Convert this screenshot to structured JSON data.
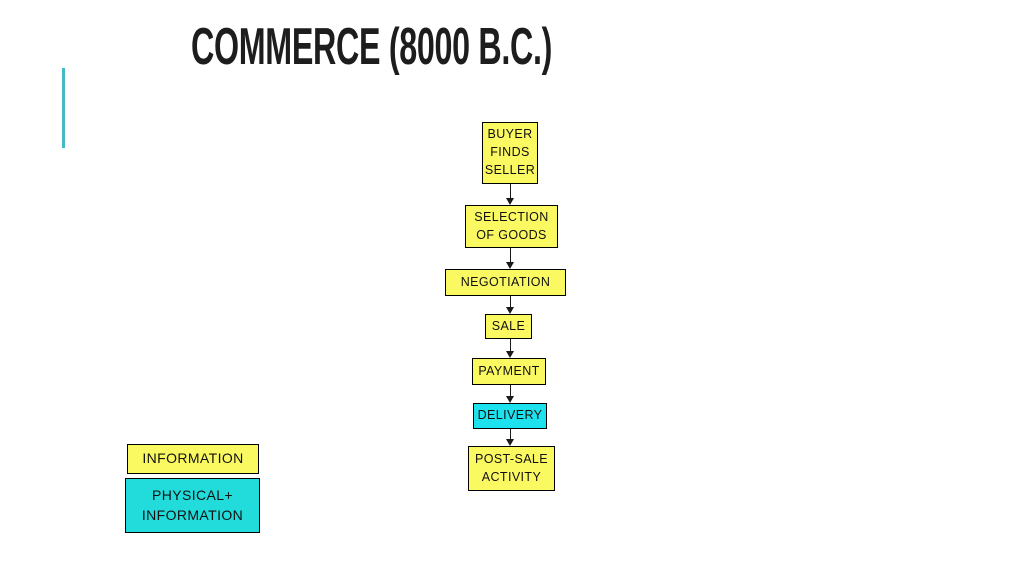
{
  "slide": {
    "title": "COMMERCE (8000 B.C.)"
  },
  "flowchart": {
    "steps": [
      {
        "label": "BUYER\nFINDS\nSELLER",
        "fill": "#fbf962"
      },
      {
        "label": "SELECTION\nOF GOODS",
        "fill": "#fbf962"
      },
      {
        "label": "NEGOTIATION",
        "fill": "#fbf962"
      },
      {
        "label": "SALE",
        "fill": "#fbf962"
      },
      {
        "label": "PAYMENT",
        "fill": "#fbf962"
      },
      {
        "label": "DELIVERY",
        "fill": "#1ee1ee"
      },
      {
        "label": "POST-SALE\nACTIVITY",
        "fill": "#fbf962"
      }
    ],
    "arrow_color": "#1a1a1a"
  },
  "legend": {
    "items": [
      {
        "label": "INFORMATION",
        "fill": "#fbf962"
      },
      {
        "label": "PHYSICAL+\nINFORMATION",
        "fill": "#22dcdc"
      }
    ]
  },
  "colors": {
    "background": "#ffffff",
    "box_border": "#000000",
    "box_yellow": "#fbf962",
    "box_cyan": "#1ee1ee",
    "legend_cyan": "#22dcdc",
    "accent_line": "#46b9c9",
    "title_text": "#1d1d1d"
  }
}
